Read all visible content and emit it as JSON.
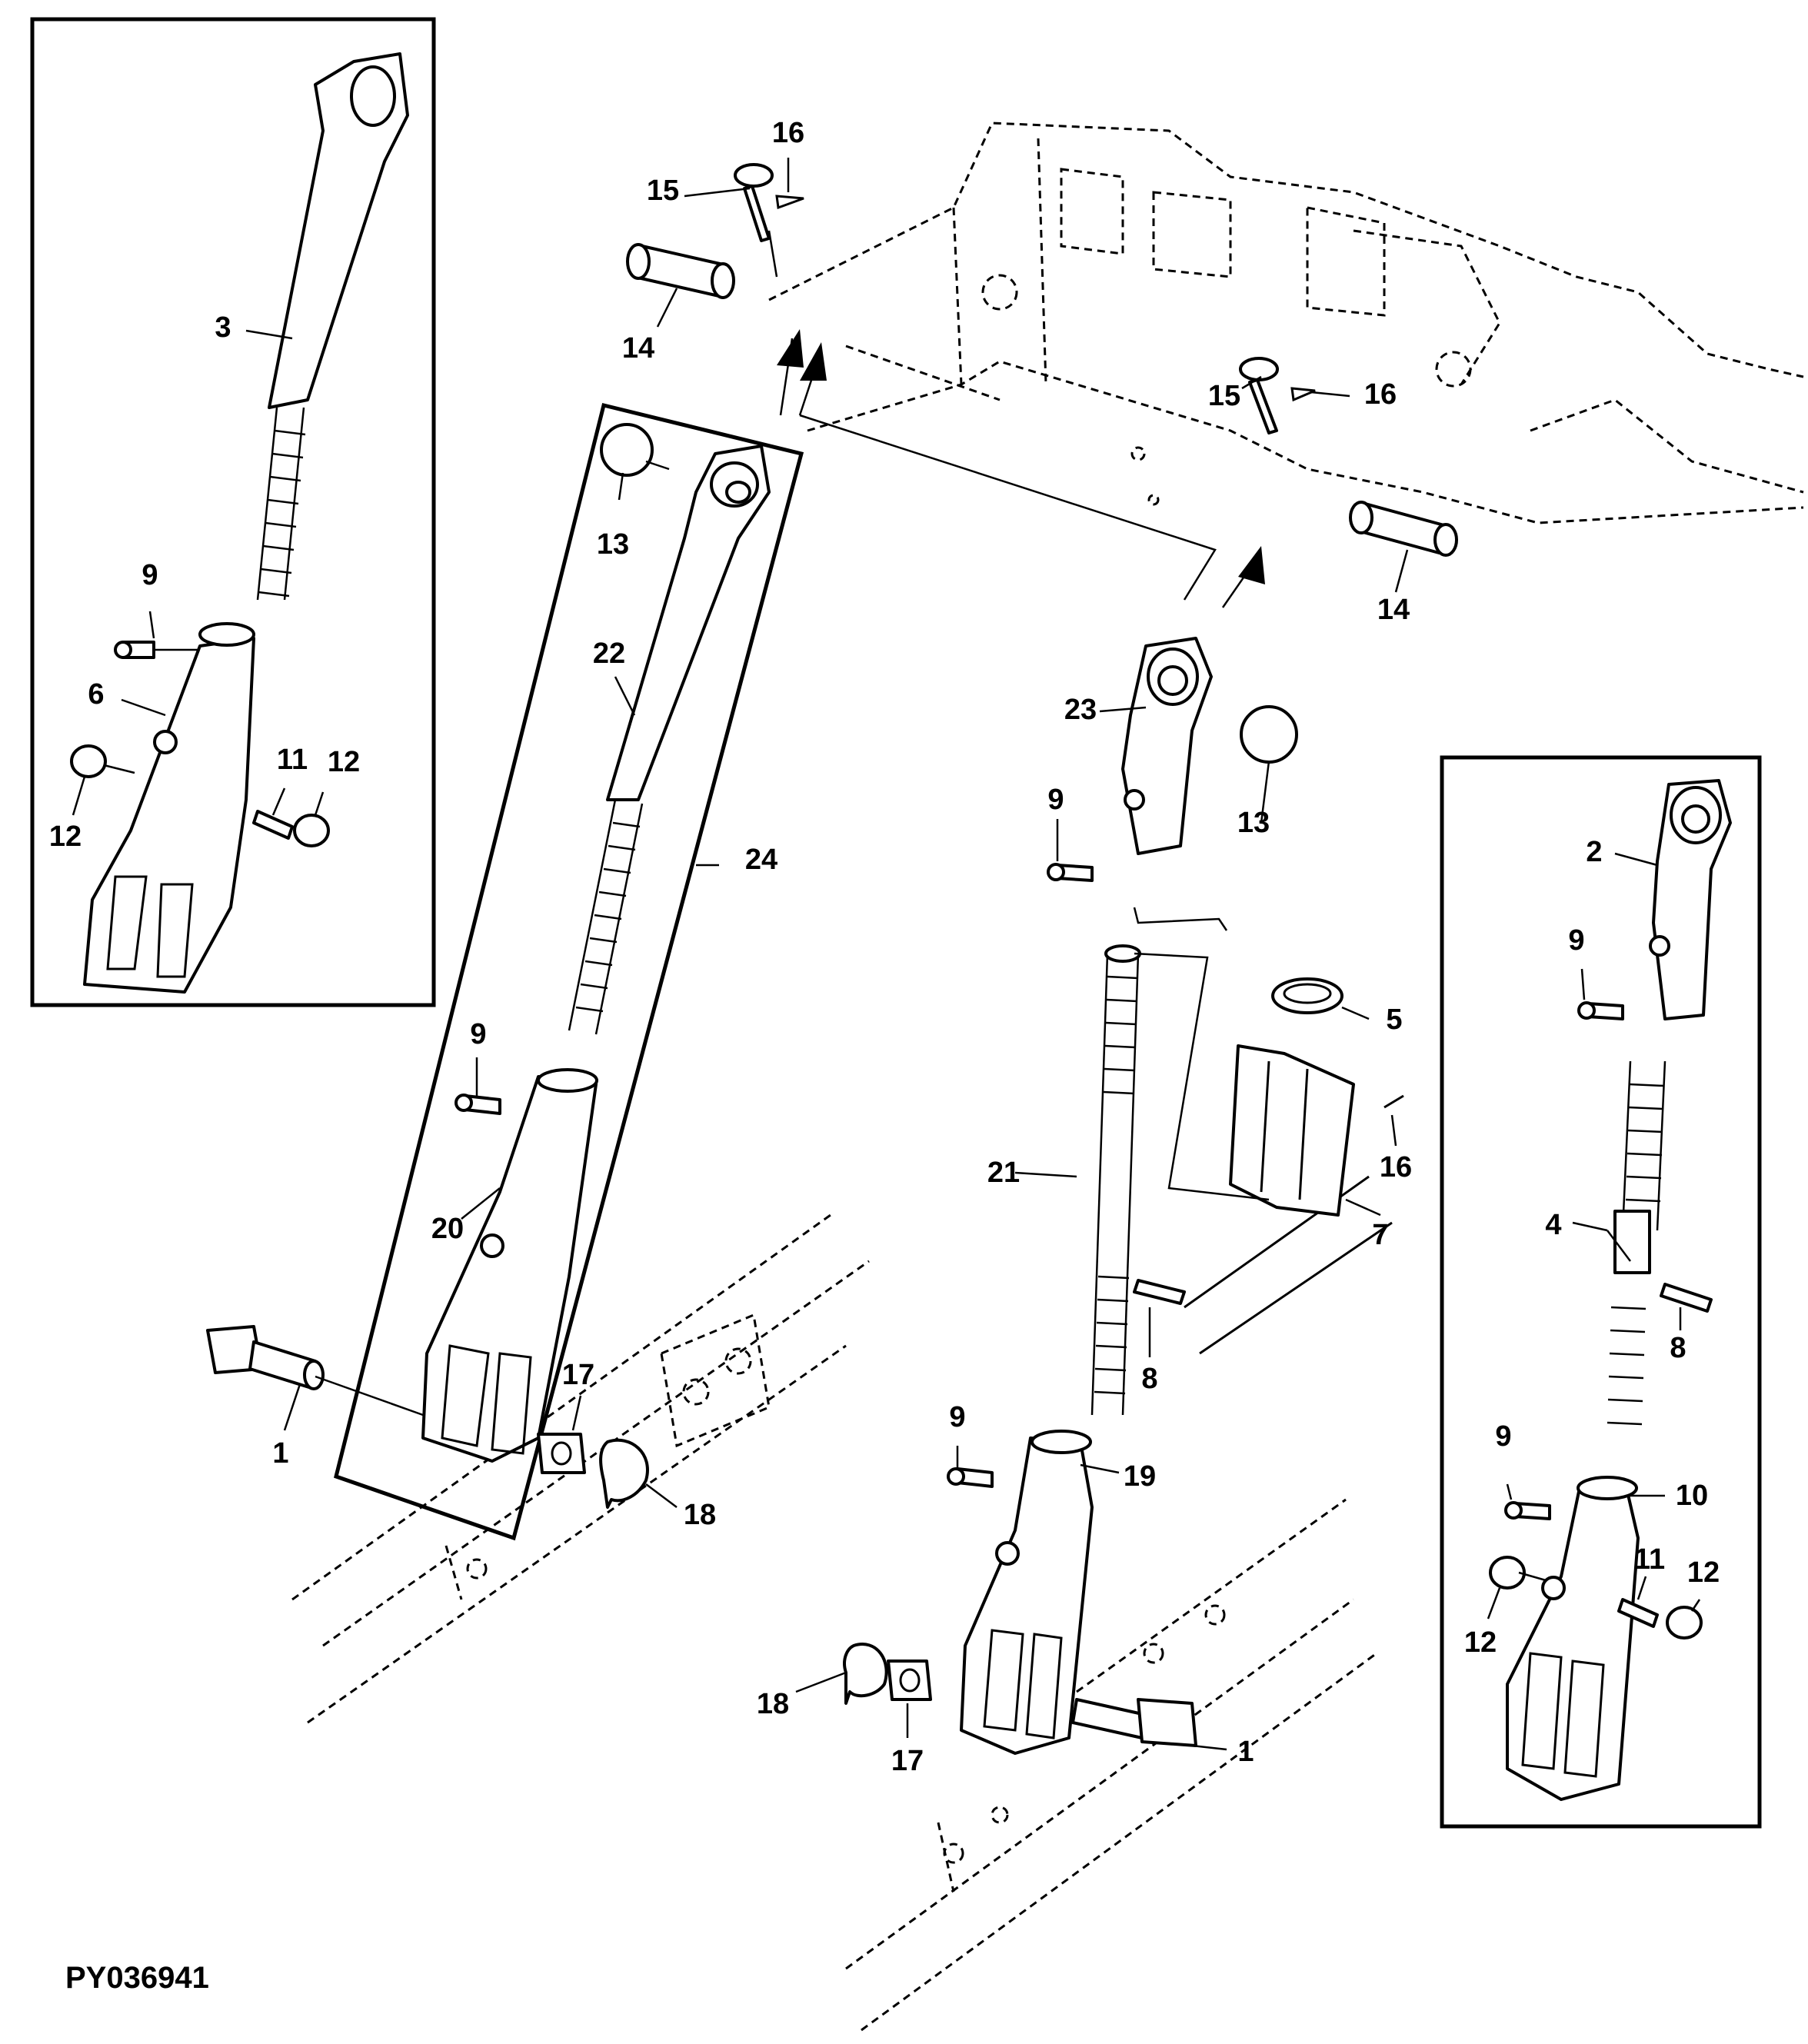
{
  "figure_ref": "PY036941",
  "labels": {
    "l1a": "1",
    "l1b": "1",
    "l2": "2",
    "l3": "3",
    "l4": "4",
    "l5": "5",
    "l6": "6",
    "l7": "7",
    "l8a": "8",
    "l8b": "8",
    "l9a": "9",
    "l9b": "9",
    "l9c": "9",
    "l9d": "9",
    "l9e": "9",
    "l10": "10",
    "l11a": "11",
    "l11b": "11",
    "l12a": "12",
    "l12b": "12",
    "l12c": "12",
    "l12d": "12",
    "l13a": "13",
    "l13b": "13",
    "l14a": "14",
    "l14b": "14",
    "l15a": "15",
    "l15b": "15",
    "l16a": "16",
    "l16b": "16",
    "l16c": "16",
    "l17a": "17",
    "l17b": "17",
    "l18a": "18",
    "l18b": "18",
    "l19": "19",
    "l20": "20",
    "l21": "21",
    "l22": "22",
    "l23": "23",
    "l24": "24"
  }
}
